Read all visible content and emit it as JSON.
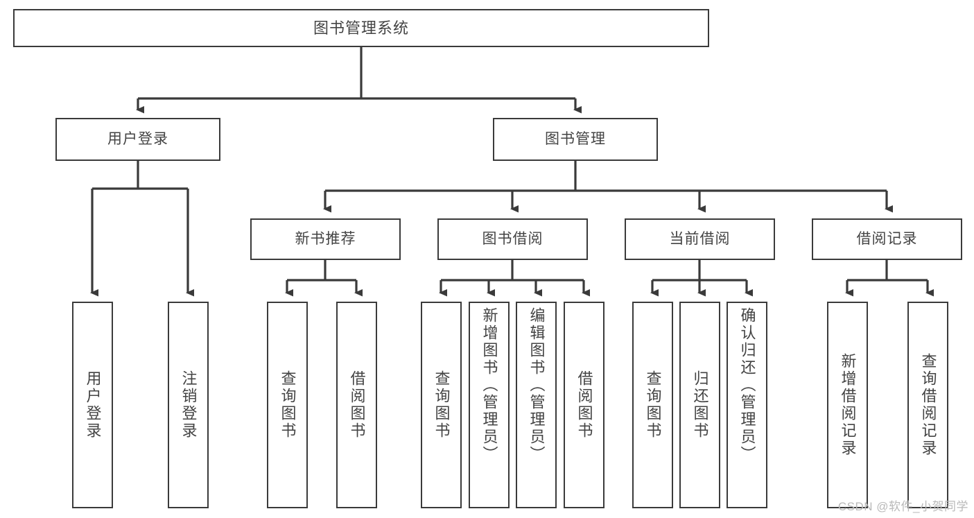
{
  "diagram": {
    "title": "图书管理系统",
    "type": "function-tree",
    "root": {
      "id": "root",
      "label": "图书管理系统"
    },
    "level2": [
      {
        "id": "user-login",
        "label": "用户登录"
      },
      {
        "id": "book-manage",
        "label": "图书管理"
      }
    ],
    "level3": [
      {
        "id": "new-book-rec",
        "label": "新书推荐"
      },
      {
        "id": "book-borrow",
        "label": "图书借阅"
      },
      {
        "id": "current-borrow",
        "label": "当前借阅"
      },
      {
        "id": "borrow-record",
        "label": "借阅记录"
      }
    ],
    "leaves": {
      "user_login": [
        {
          "id": "leaf-user-login",
          "label": "用户登录"
        },
        {
          "id": "leaf-user-logout",
          "label": "注销登录"
        }
      ],
      "new_book_rec": [
        {
          "id": "leaf-query-book-1",
          "label": "查询图书"
        },
        {
          "id": "leaf-borrow-book-1",
          "label": "借阅图书"
        }
      ],
      "book_borrow": [
        {
          "id": "leaf-query-book-2",
          "label": "查询图书"
        },
        {
          "id": "leaf-add-book",
          "label": "新增图书（管理员）"
        },
        {
          "id": "leaf-edit-book",
          "label": "编辑图书（管理员）"
        },
        {
          "id": "leaf-borrow-book-2",
          "label": "借阅图书"
        }
      ],
      "current_borrow": [
        {
          "id": "leaf-query-book-3",
          "label": "查询图书"
        },
        {
          "id": "leaf-return-book",
          "label": "归还图书"
        },
        {
          "id": "leaf-confirm-return",
          "label": "确认归还（管理员）"
        }
      ],
      "borrow_record": [
        {
          "id": "leaf-add-record",
          "label": "新增借阅记录"
        },
        {
          "id": "leaf-query-record",
          "label": "查询借阅记录"
        }
      ]
    }
  },
  "watermark": {
    "text": "CSDN @软件_小贺同学"
  },
  "colors": {
    "border": "#3a3a3a",
    "text": "#434343",
    "background": "#ffffff",
    "watermark": "#b9b9b9"
  }
}
